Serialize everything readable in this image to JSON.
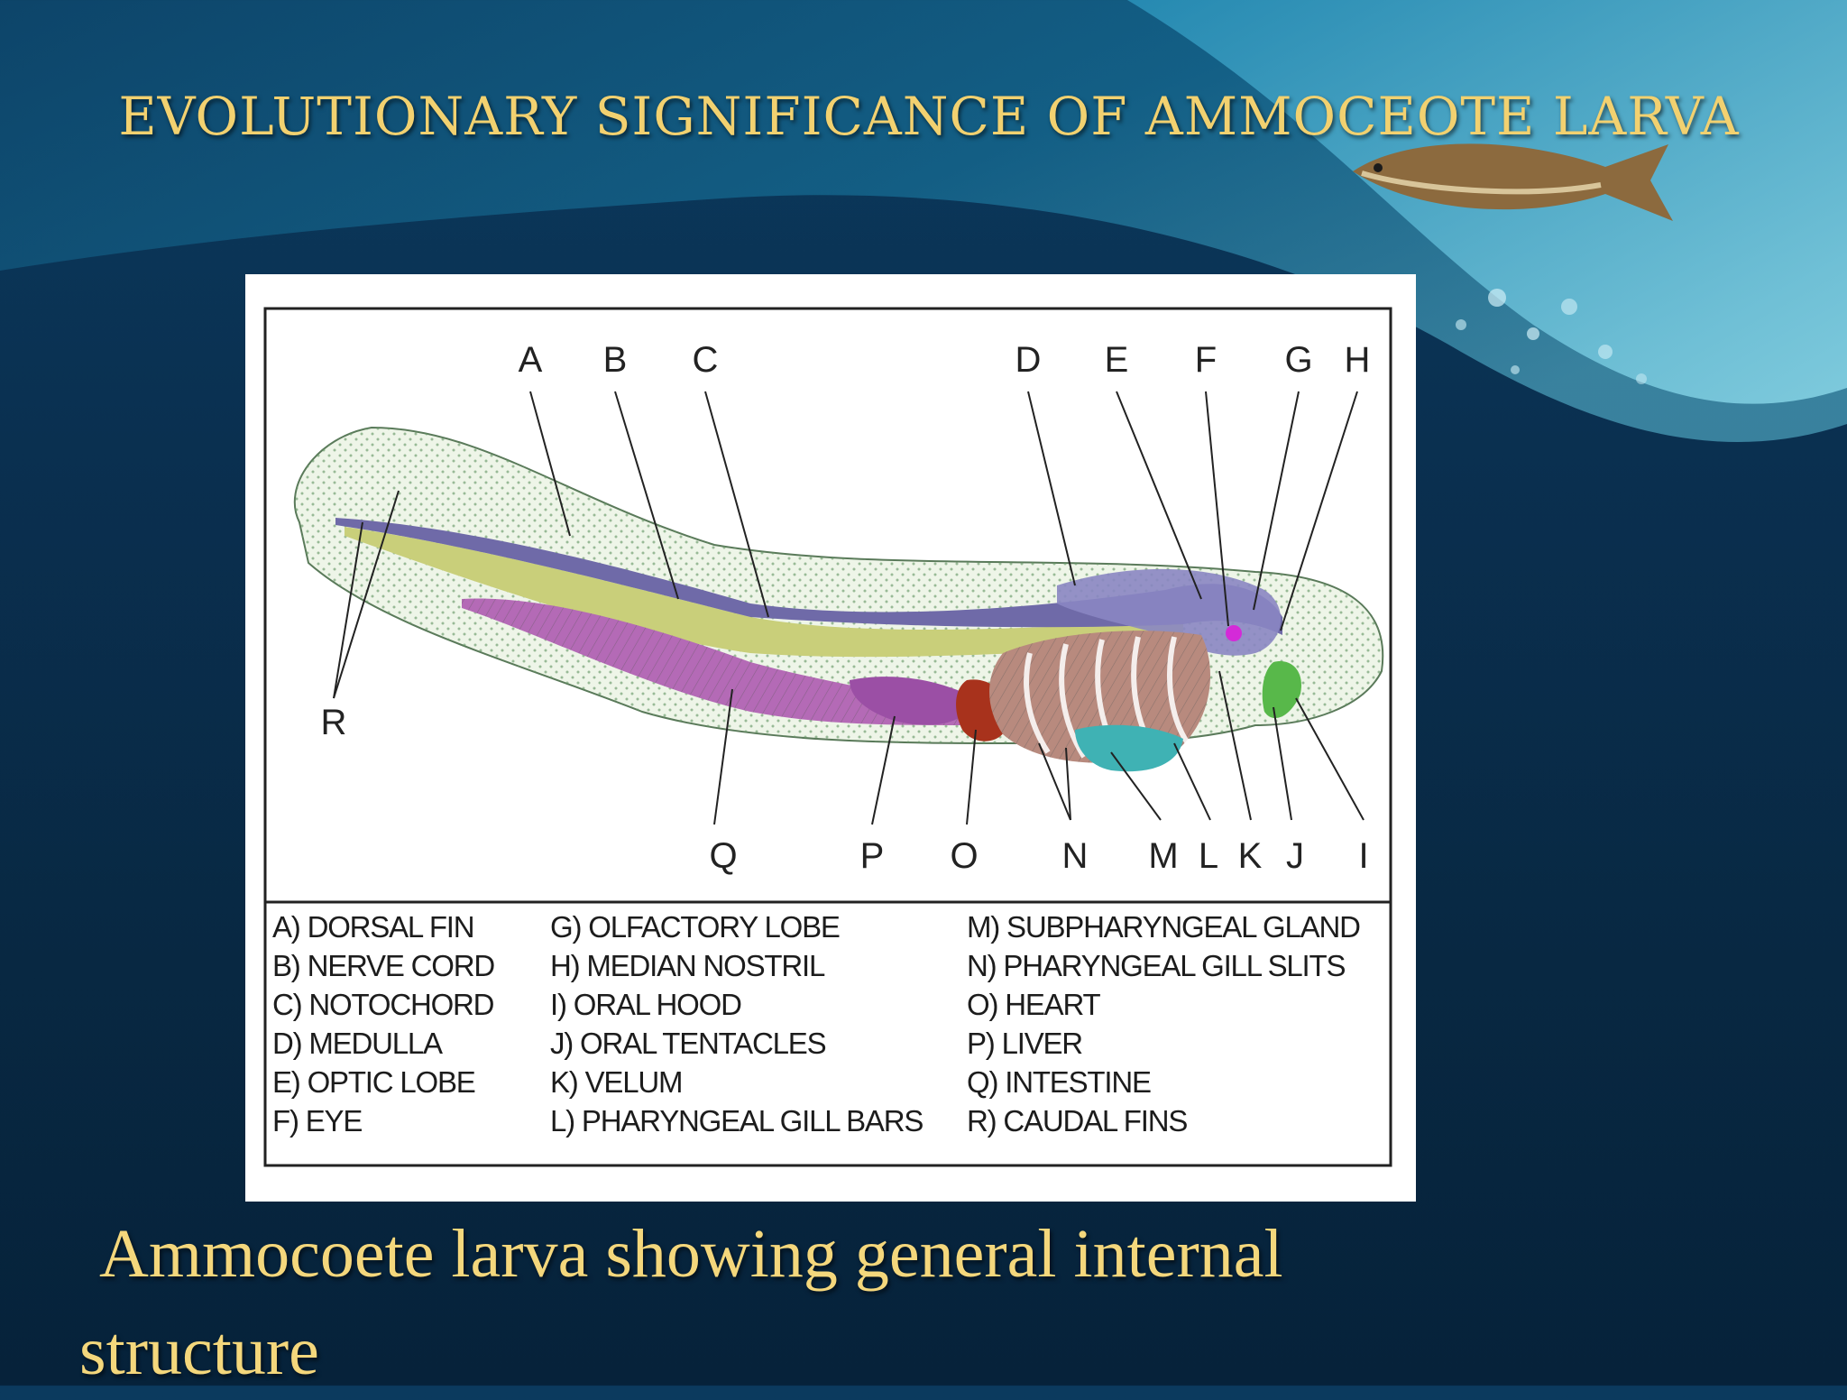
{
  "slide": {
    "title": "EVOLUTIONARY SIGNIFICANCE OF AMMOCEOTE LARVA",
    "caption_line1": "Ammocoete larva showing general internal",
    "caption_line2": "structure"
  },
  "diagram": {
    "top_labels": [
      "A",
      "B",
      "C",
      "D",
      "E",
      "F",
      "G",
      "H"
    ],
    "bottom_labels": [
      "Q",
      "P",
      "O",
      "N",
      "M",
      "L",
      "K",
      "J",
      "I"
    ],
    "side_label": "R",
    "legend": {
      "col1": [
        "A) DORSAL FIN",
        "B) NERVE CORD",
        "C) NOTOCHORD",
        "D) MEDULLA",
        "E) OPTIC LOBE",
        "F) EYE"
      ],
      "col2": [
        "G) OLFACTORY LOBE",
        "H) MEDIAN NOSTRIL",
        "I) ORAL HOOD",
        "J) ORAL TENTACLES",
        "K) VELUM",
        "L) PHARYNGEAL GILL BARS"
      ],
      "col3": [
        "M) SUBPHARYNGEAL GLAND",
        "N) PHARYNGEAL GILL SLITS",
        "O) HEART",
        "P) LIVER",
        "Q) INTESTINE",
        "R) CAUDAL FINS"
      ]
    }
  },
  "colors": {
    "title": "#f2d170",
    "caption": "#f4d77c",
    "notochord": "#c9cf7a",
    "nerve_cord": "#6f6aa8",
    "intestine": "#b46ab6",
    "heart": "#a8321c",
    "gills": "#b88a7e",
    "subpharyngeal_gland": "#3fb2b4",
    "tentacles": "#58b84a",
    "eye": "#d42ad8"
  }
}
